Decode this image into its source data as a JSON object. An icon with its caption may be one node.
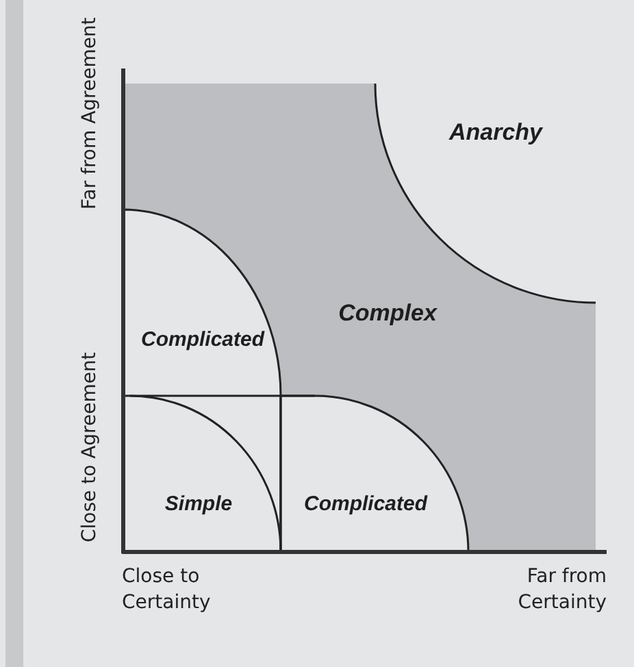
{
  "diagram": {
    "nodes": [
      {
        "text": [
          "Anarchy"
        ]
      },
      {
        "text": [
          "Complex"
        ]
      },
      {
        "text": [
          "Complicated"
        ]
      },
      {
        "text": [
          "Simple"
        ]
      },
      {
        "text": [
          "Complicated"
        ]
      }
    ],
    "labels": [
      "Far from Agreement",
      "Close to Agreement",
      "Close to Certainty",
      "Far from Certainty"
    ]
  }
}
